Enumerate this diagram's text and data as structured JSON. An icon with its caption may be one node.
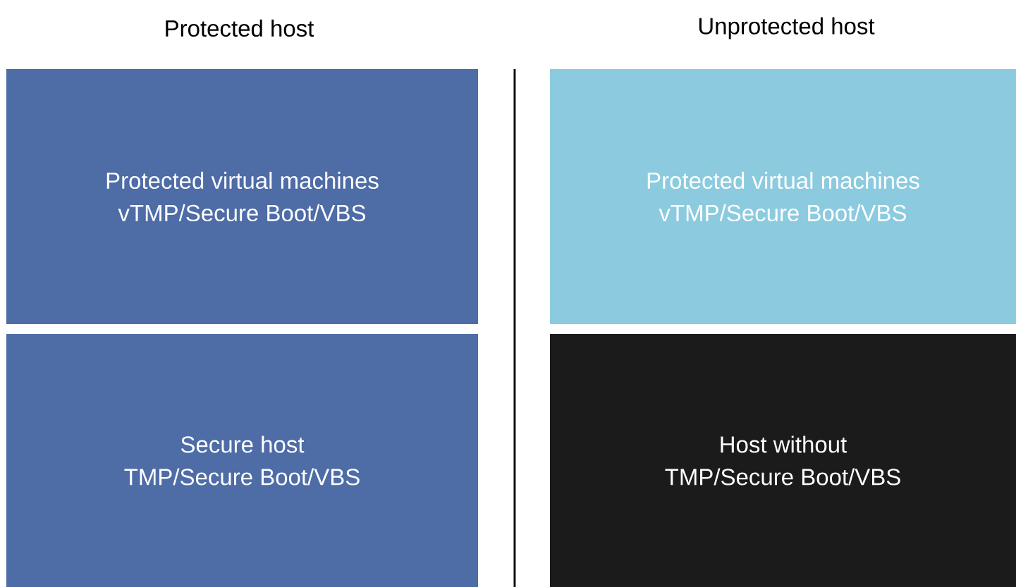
{
  "diagram": {
    "nodes": [
      {
        "text": [
          "Protected virtual machines",
          "vTMP/Secure Boot/VBS"
        ]
      },
      {
        "text": [
          "Secure host",
          "TMP/Secure Boot/VBS"
        ]
      },
      {
        "text": [
          "Protected virtual machines",
          "vTMP/Secure Boot/VBS"
        ]
      },
      {
        "text": [
          "Host without",
          "TMP/Secure Boot/VBS"
        ]
      }
    ],
    "labels": [
      "Protected host",
      "Unprotected host"
    ]
  }
}
